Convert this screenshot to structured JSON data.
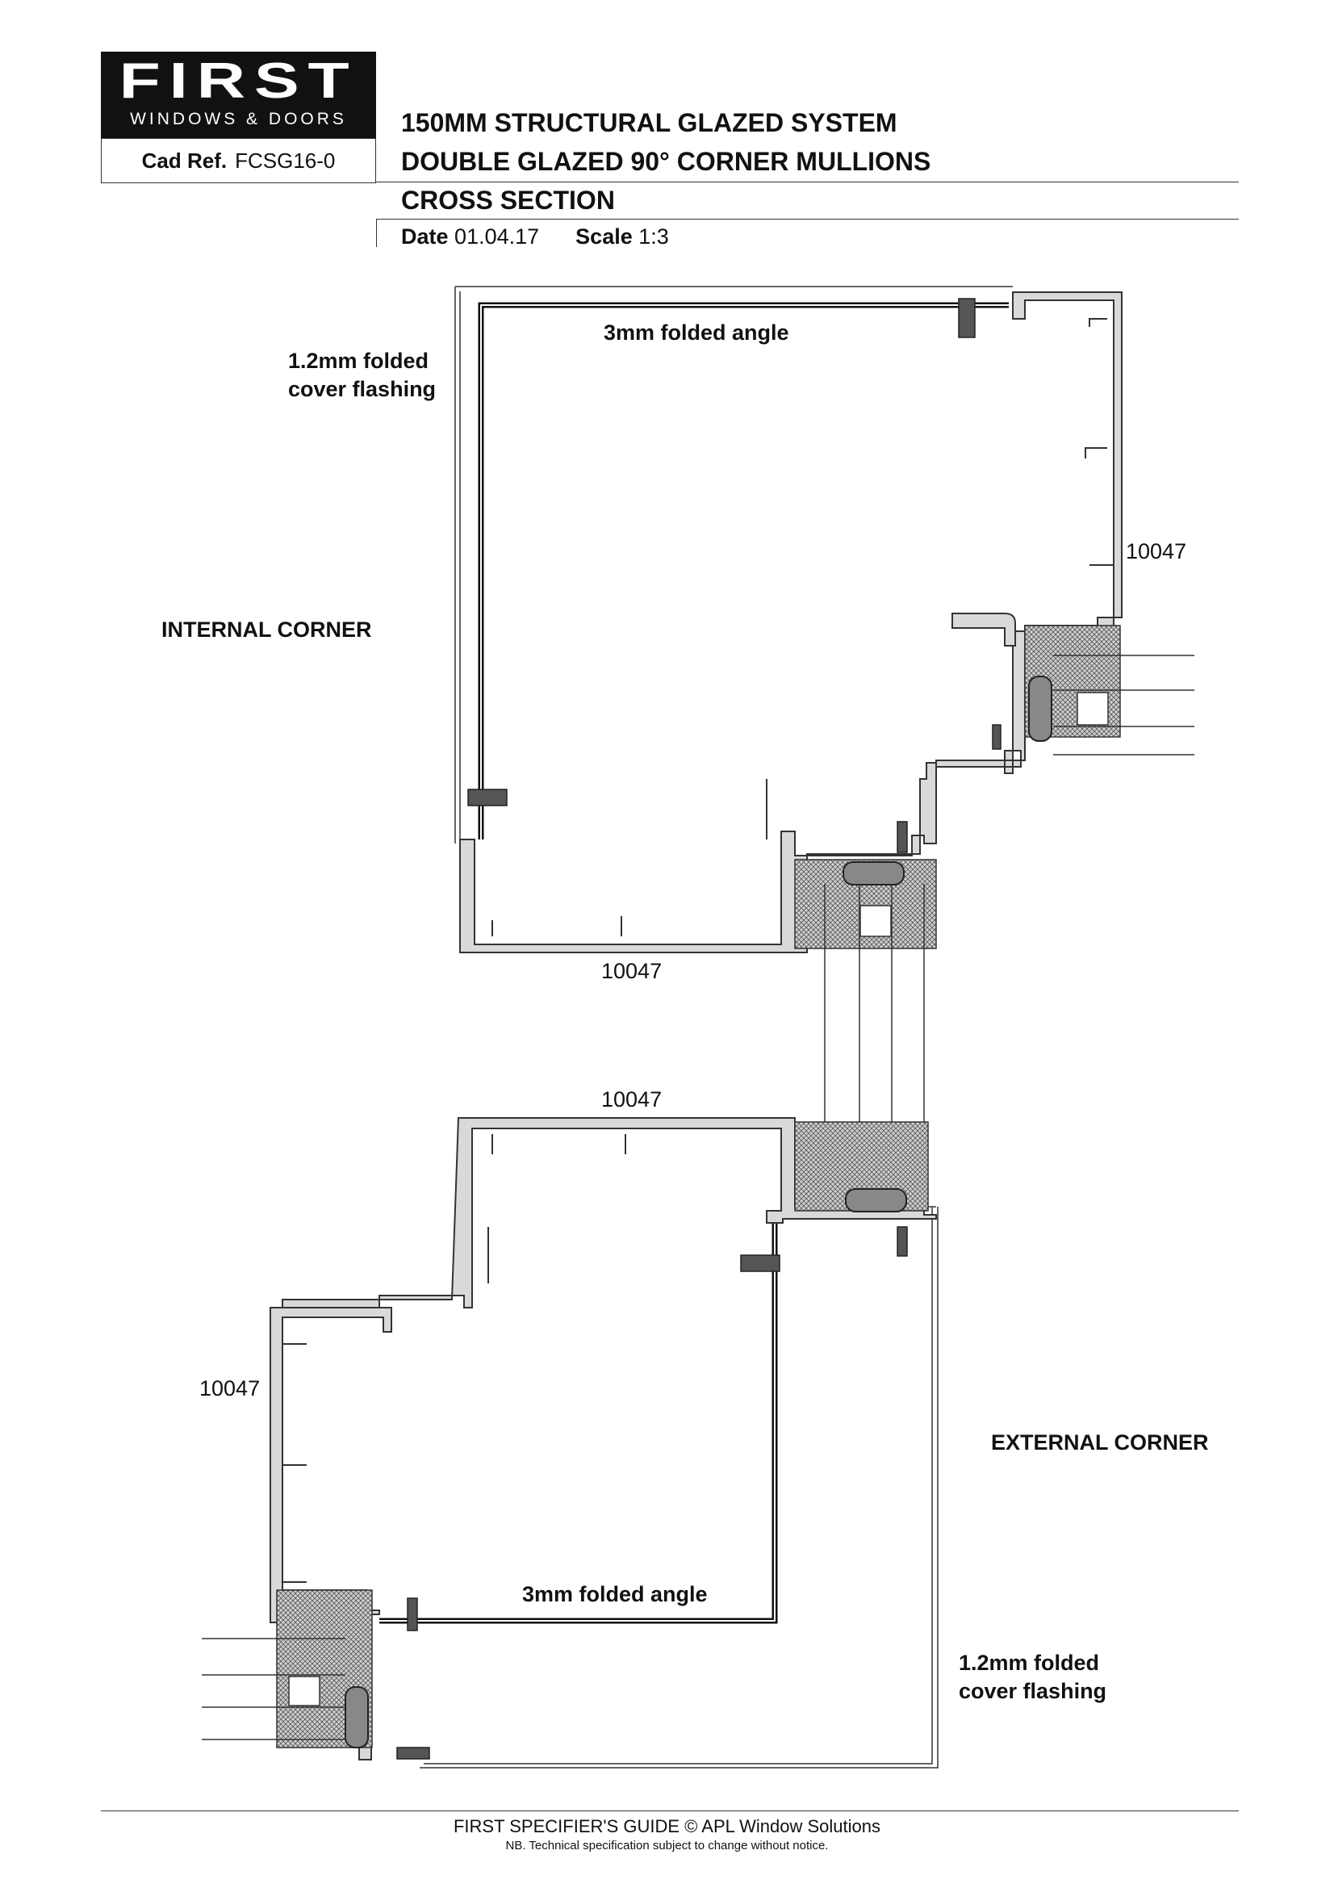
{
  "logo": {
    "word": "FIRST",
    "tagline": "WINDOWS & DOORS"
  },
  "cad_ref": {
    "label": "Cad Ref.",
    "value": "FCSG16-0"
  },
  "title": {
    "line1_strong": "150",
    "line1_rest": "MM STRUCTURAL GLAZED SYSTEM",
    "line2": "DOUBLE GLAZED 90° CORNER MULLIONS",
    "line3": "CROSS SECTION"
  },
  "meta": {
    "date_label": "Date",
    "date_value": "01.04.17",
    "scale_label": "Scale",
    "scale_value": "1:3"
  },
  "labels": {
    "internal_corner": "INTERNAL CORNER",
    "external_corner": "EXTERNAL CORNER",
    "angle_top": "3mm folded angle",
    "angle_bottom": "3mm folded angle",
    "flashing_top_1": "1.2mm folded",
    "flashing_top_2": "cover flashing",
    "flashing_bottom_1": "1.2mm folded",
    "flashing_bottom_2": "cover flashing",
    "profile_1": "10047",
    "profile_2": "10047",
    "profile_3": "10047",
    "profile_4": "10047"
  },
  "footer": {
    "main": "FIRST SPECIFIER'S GUIDE  © APL Window Solutions",
    "note": "NB. Technical specification subject to change without notice."
  }
}
